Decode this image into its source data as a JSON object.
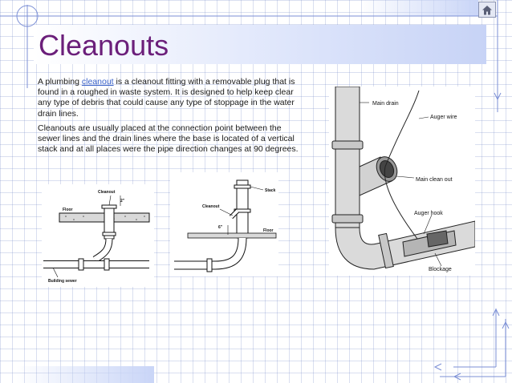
{
  "slide": {
    "title": "Cleanouts",
    "para1_pre": "A plumbing ",
    "para1_link": "cleanout",
    "para1_post": " is a cleanout fitting with a removable plug that is found in a roughed in waste system. It is designed to help keep clear any type of debris that could cause any type of stoppage in the water drain lines.",
    "para2": "Cleanouts are usually placed at the connection point between the sewer lines and the drain lines where the base is located of a vertical stack and at all places were the pipe direction changes at 90 degrees."
  },
  "figure1": {
    "cleanout": "Cleanout",
    "dim": "2\"",
    "floor": "Floor",
    "building_sewer": "Building sewer"
  },
  "figure2": {
    "stack": "Stack",
    "cleanout": "Cleanout",
    "dim": "6\"",
    "floor": "Floor"
  },
  "figure3": {
    "main_drain": "Main drain",
    "auger_wire": "Auger wire",
    "main_clean_out": "Main clean out",
    "auger_hook": "Auger hook",
    "blockage": "Blockage"
  },
  "icons": [
    "home-icon"
  ],
  "colors": {
    "title": "#6b1f7a",
    "link": "#3b63c9",
    "accent": "#7b8fd6"
  }
}
